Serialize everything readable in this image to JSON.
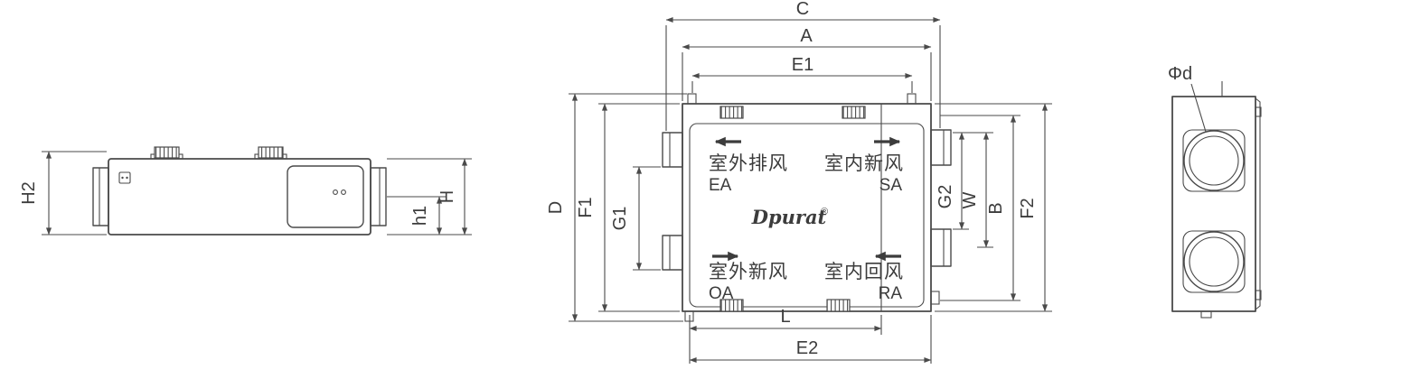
{
  "colors": {
    "line": "#4a4a4a",
    "text": "#3c3c3c",
    "background": "#ffffff"
  },
  "side_view": {
    "dims": {
      "h2": "H2",
      "h1": "h1",
      "h": "H"
    }
  },
  "top_view": {
    "dims": {
      "c": "C",
      "a": "A",
      "e1": "E1",
      "d": "D",
      "f1": "F1",
      "g1": "G1",
      "l": "L",
      "e2": "E2",
      "g2": "G2",
      "w": "W",
      "b": "B",
      "f2": "F2"
    },
    "ports": {
      "ea_cn": "室外排风",
      "ea": "EA",
      "sa_cn": "室内新风",
      "sa": "SA",
      "oa_cn": "室外新风",
      "oa": "OA",
      "ra_cn": "室内回风",
      "ra": "RA"
    },
    "brand": "Dpurat",
    "brand_reg": "®"
  },
  "end_view": {
    "dims": {
      "phi_d": "Φd"
    }
  }
}
